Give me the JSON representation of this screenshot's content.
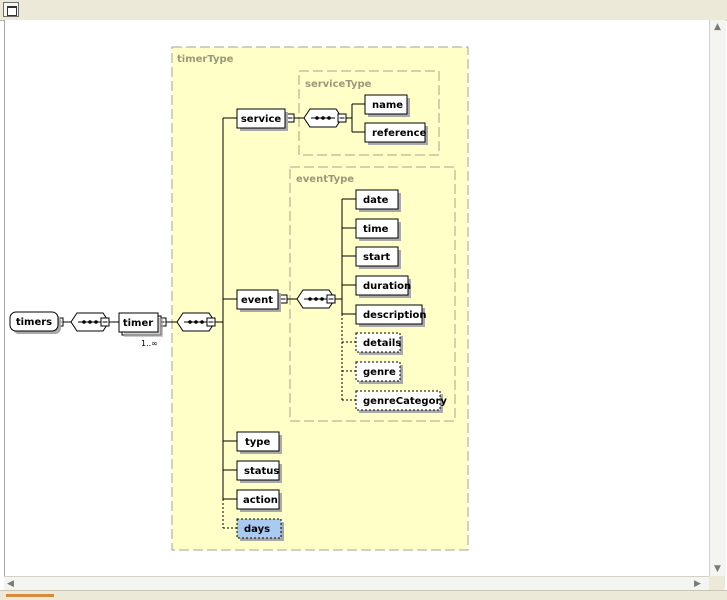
{
  "diagram": {
    "root": "timers",
    "timer": {
      "label": "timer",
      "cardinality": "1..∞"
    },
    "timerType": {
      "label": "timerType",
      "children": [
        "service",
        "event",
        "type",
        "status",
        "action",
        "days"
      ]
    },
    "serviceType": {
      "label": "serviceType",
      "children": [
        "name",
        "reference"
      ]
    },
    "eventType": {
      "label": "eventType",
      "children": [
        "date",
        "time",
        "start",
        "duration",
        "description",
        "details",
        "genre",
        "genreCategory"
      ]
    }
  },
  "colors": {
    "type_fill": "#ffffc8",
    "type_border": "#a6a68a",
    "element_fill": "#ffffff",
    "optional_highlight": "#a9cbf2"
  }
}
